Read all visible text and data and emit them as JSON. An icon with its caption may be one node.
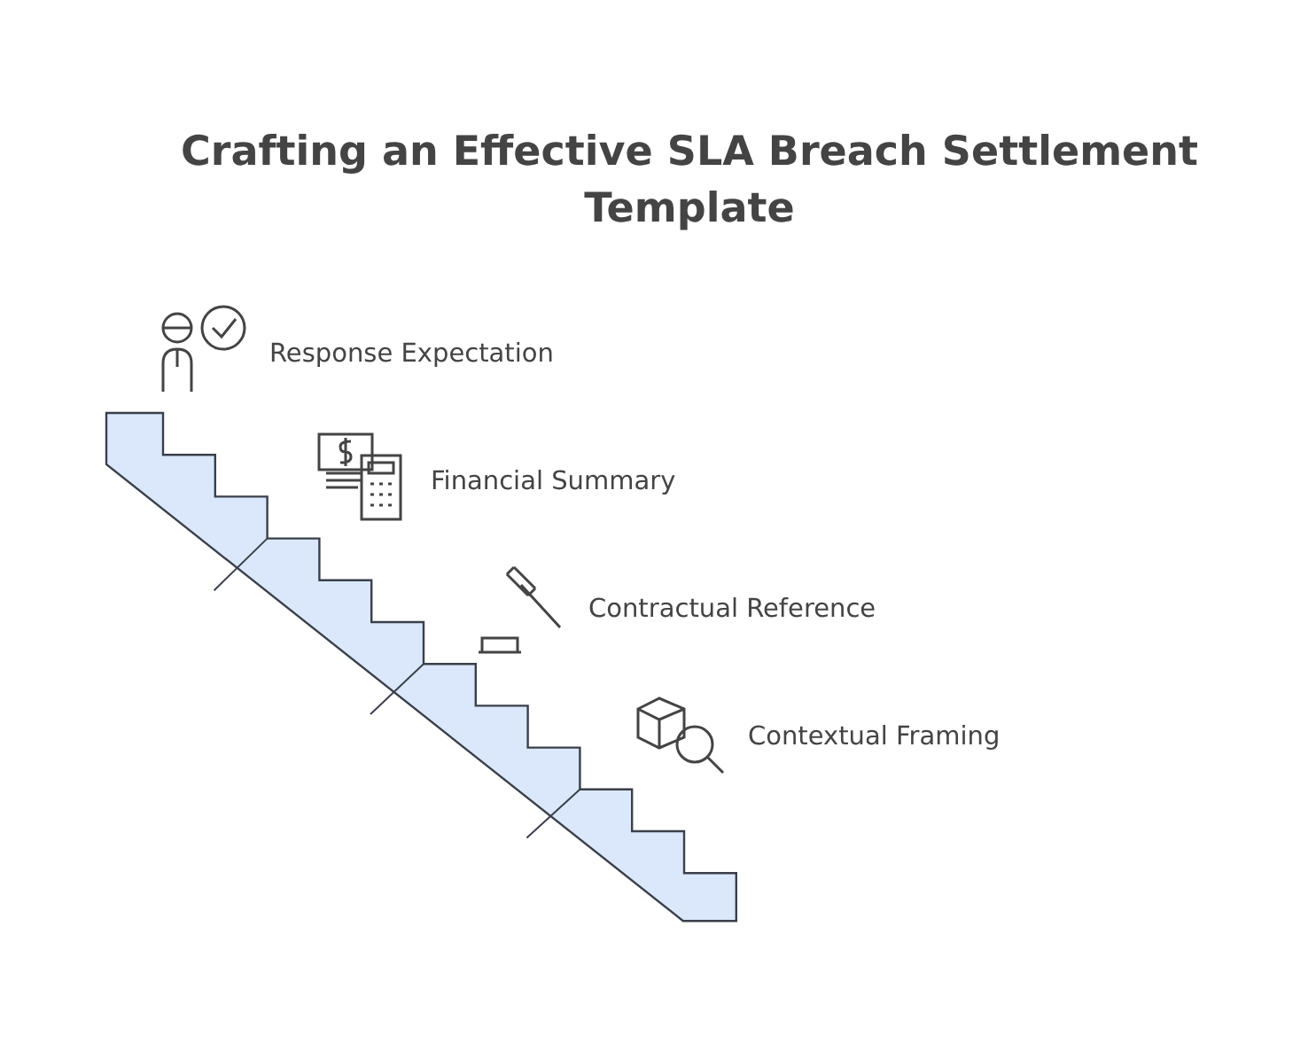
{
  "diagram": {
    "title": "Crafting an Effective SLA Breach Settlement Template",
    "labels": [
      "Response Expectation",
      "Financial Summary",
      "Contractual Reference",
      "Contextual Framing"
    ]
  }
}
